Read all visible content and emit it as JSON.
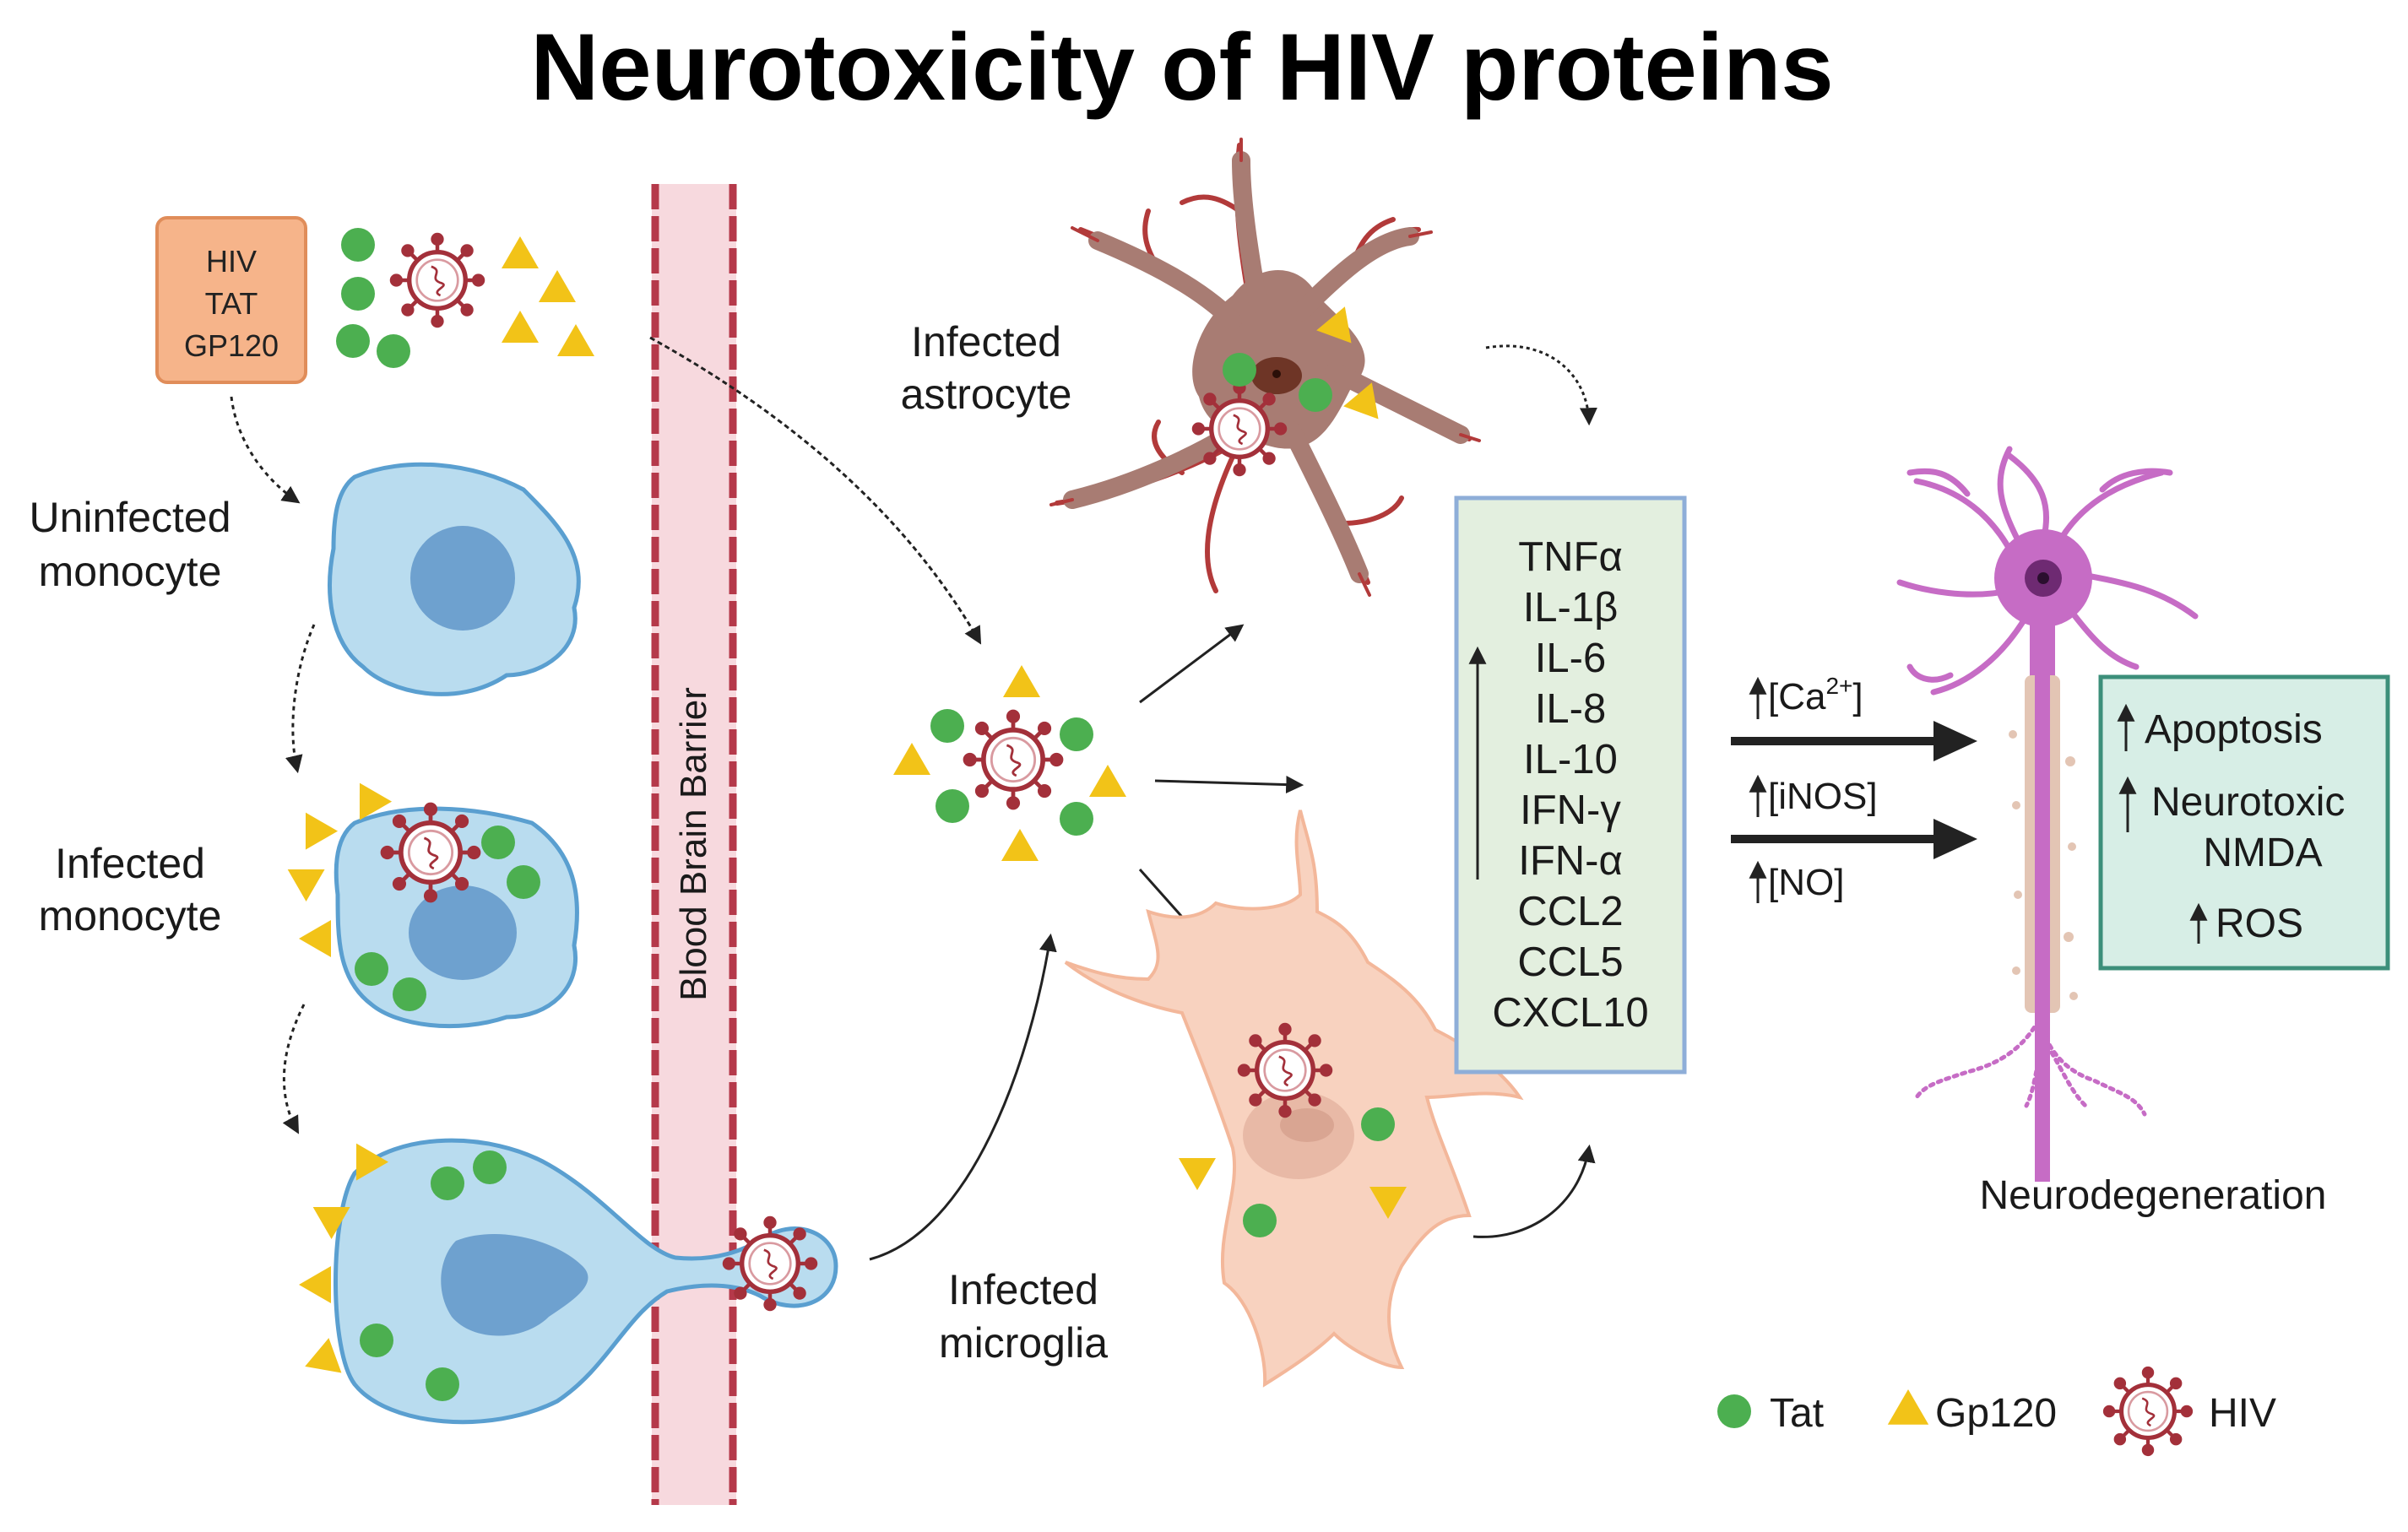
{
  "title": "Neurotoxicity of HIV proteins",
  "source_box": {
    "lines": [
      "HIV",
      "TAT",
      "GP120"
    ]
  },
  "labels": {
    "uninfected_monocyte": [
      "Uninfected",
      "monocyte"
    ],
    "infected_monocyte": [
      "Infected",
      "monocyte"
    ],
    "infected_astrocyte": [
      "Infected",
      "astrocyte"
    ],
    "infected_microglia": [
      "Infected",
      "microglia"
    ],
    "blood_brain_barrier": "Blood Brain Barrier",
    "neurodegeneration": "Neurodegeneration"
  },
  "cytokines": [
    "TNFα",
    "IL-1β",
    "IL-6",
    "IL-8",
    "IL-10",
    "IFN-γ",
    "IFN-α",
    "CCL2",
    "CCL5",
    "CXCL10"
  ],
  "mediators": {
    "ca": {
      "base": "[Ca",
      "sup": "2+",
      "close": "]"
    },
    "inos": "[iNOS]",
    "no": "[NO]"
  },
  "outcomes": [
    "Apoptosis",
    "Neurotoxic",
    "NMDA",
    "ROS"
  ],
  "legend": {
    "tat": "Tat",
    "gp120": "Gp120",
    "hiv": "HIV"
  },
  "colors": {
    "tat_green": "#4caf50",
    "gp120_yellow": "#f2c318",
    "virus_red": "#a3303a",
    "monocyte_blue": "#b9dcef",
    "bbb_pink": "#f7d9de",
    "astrocyte_brown": "#a87c73",
    "microglia_peach": "#f8d2bf",
    "neuron_purple": "#c66cc5",
    "cytokine_box_fill": "#e3efdf",
    "outcome_box_fill": "#d7eee6",
    "source_box_fill": "#f6b48a"
  }
}
